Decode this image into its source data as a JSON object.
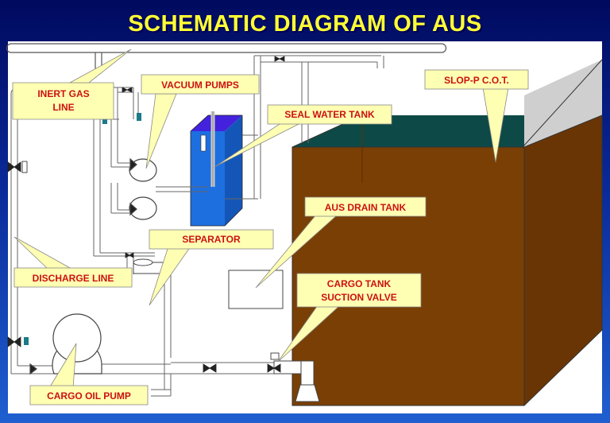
{
  "title": "SCHEMATIC DIAGRAM OF AUS",
  "labels": {
    "inert_gas_line": [
      "INERT GAS",
      "LINE"
    ],
    "vacuum_pumps": "VACUUM PUMPS",
    "seal_water_tank": "SEAL WATER TANK",
    "slop_cot": "SLOP-P C.O.T.",
    "aus_drain_tank": "AUS DRAIN TANK",
    "separator": "SEPARATOR",
    "discharge_line": "DISCHARGE LINE",
    "cargo_tank_suction_valve": [
      "CARGO TANK",
      "SUCTION VALVE"
    ],
    "cargo_oil_pump": "CARGO OIL PUMP"
  },
  "colors": {
    "background_top": "#000a5e",
    "title": "#ffff33",
    "label_bg": "#ffffb3",
    "label_text": "#cc1111",
    "cargo_tank": "#7a3f05",
    "cargo_tank_top": "#0d4a47",
    "seal_water": "#1d6fe0",
    "seal_water_top": "#4422dd"
  }
}
